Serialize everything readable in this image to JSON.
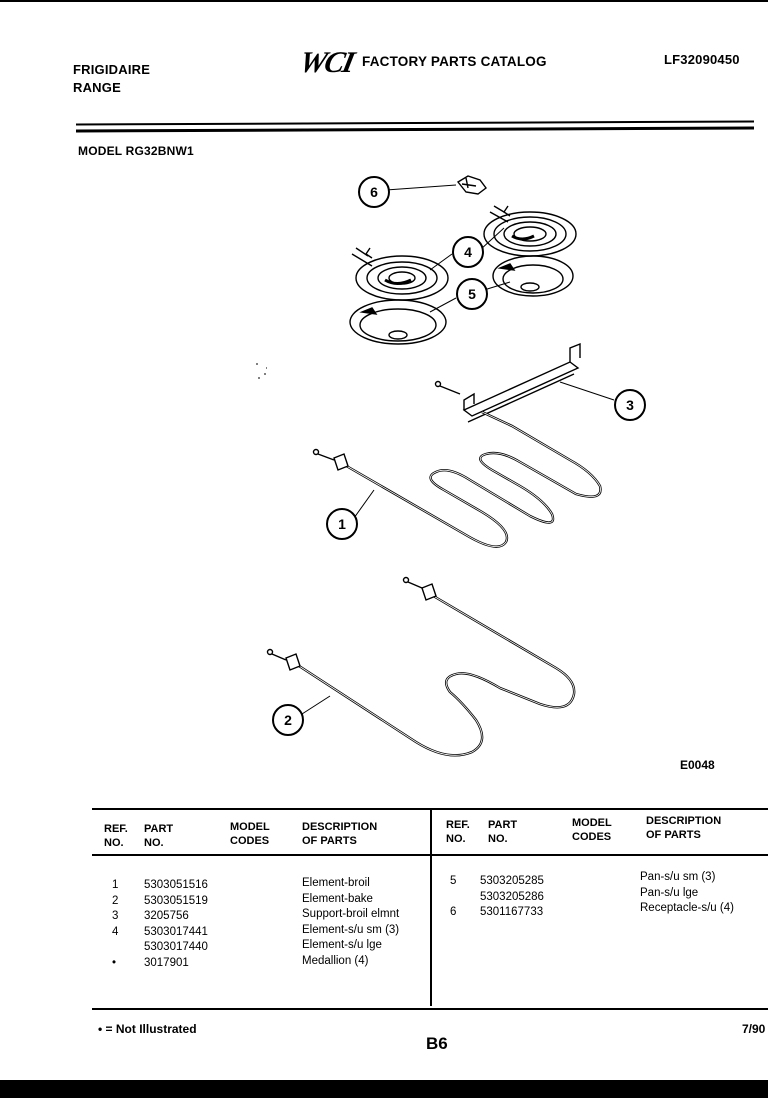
{
  "header": {
    "brand": "FRIGIDAIRE",
    "product": "RANGE",
    "logo_text": "WCI",
    "catalog_title": "FACTORY PARTS CATALOG",
    "catalog_number": "LF32090450",
    "model_line": "MODEL RG32BNW1"
  },
  "diagram": {
    "callouts": [
      "6",
      "4",
      "5",
      "3",
      "1",
      "2"
    ],
    "figure_code": "E0048"
  },
  "parts_table": {
    "columns": {
      "ref": [
        "REF.",
        "NO."
      ],
      "part": [
        "PART",
        "NO."
      ],
      "model": [
        "MODEL",
        "CODES"
      ],
      "desc": [
        "DESCRIPTION",
        "OF PARTS"
      ]
    },
    "left_rows": [
      {
        "ref": "1",
        "part": "5303051516",
        "codes": "",
        "desc": "Element-broil"
      },
      {
        "ref": "2",
        "part": "5303051519",
        "codes": "",
        "desc": "Element-bake"
      },
      {
        "ref": "3",
        "part": "3205756",
        "codes": "",
        "desc": "Support-broil elmnt"
      },
      {
        "ref": "4",
        "part": "5303017441",
        "codes": "",
        "desc": "Element-s/u sm (3)"
      },
      {
        "ref": "",
        "part": "5303017440",
        "codes": "",
        "desc": "Element-s/u lge"
      },
      {
        "ref": "•",
        "part": "3017901",
        "codes": "",
        "desc": "Medallion (4)"
      }
    ],
    "right_rows": [
      {
        "ref": "5",
        "part": "5303205285",
        "codes": "",
        "desc": "Pan-s/u sm (3)"
      },
      {
        "ref": "",
        "part": "5303205286",
        "codes": "",
        "desc": "Pan-s/u lge"
      },
      {
        "ref": "6",
        "part": "5301167733",
        "codes": "",
        "desc": "Receptacle-s/u (4)"
      }
    ]
  },
  "footer": {
    "note": "• = Not Illustrated",
    "page_code": "B6",
    "date": "7/90"
  }
}
